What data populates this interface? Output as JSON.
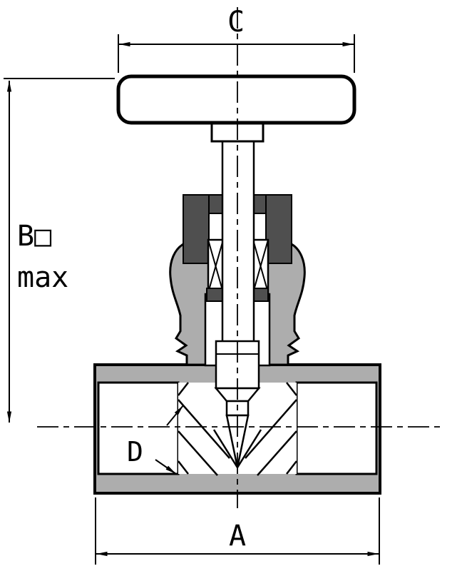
{
  "drawing": {
    "labels": {
      "dim_width_handle": "C",
      "dim_height": "B□",
      "dim_height_suffix": "max",
      "dim_width_body": "A",
      "dim_bore": "D"
    },
    "colors": {
      "metal_section_fill": "#adadad",
      "packing_fill": "#4f4f4f",
      "line": "#000000",
      "background": "#ffffff"
    }
  }
}
